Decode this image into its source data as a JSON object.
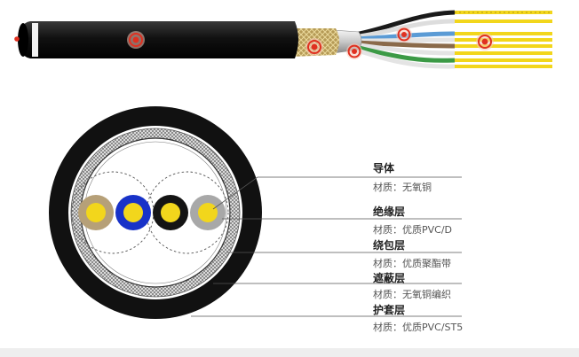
{
  "layers": [
    {
      "title": "导体",
      "material": "材质：无氧铜"
    },
    {
      "title": "绝缘层",
      "material": "材质：优质PVC/D"
    },
    {
      "title": "绕包层",
      "material": "材质：优质聚酯带"
    },
    {
      "title": "遮蔽层",
      "material": "材质：无氧铜编织"
    },
    {
      "title": "护套层",
      "material": "材质：优质PVC/ST5"
    }
  ],
  "colors": {
    "jacket": "#111111",
    "braid": "#b59a56",
    "conductor": "#f2d61c",
    "insulation_tan": "#b6a078",
    "insulation_blue": "#1832c8",
    "insulation_black": "#141414",
    "insulation_grey": "#a8a8a8",
    "marker": "#e03020"
  },
  "icons": {
    "marker": "red-target-marker-icon"
  }
}
